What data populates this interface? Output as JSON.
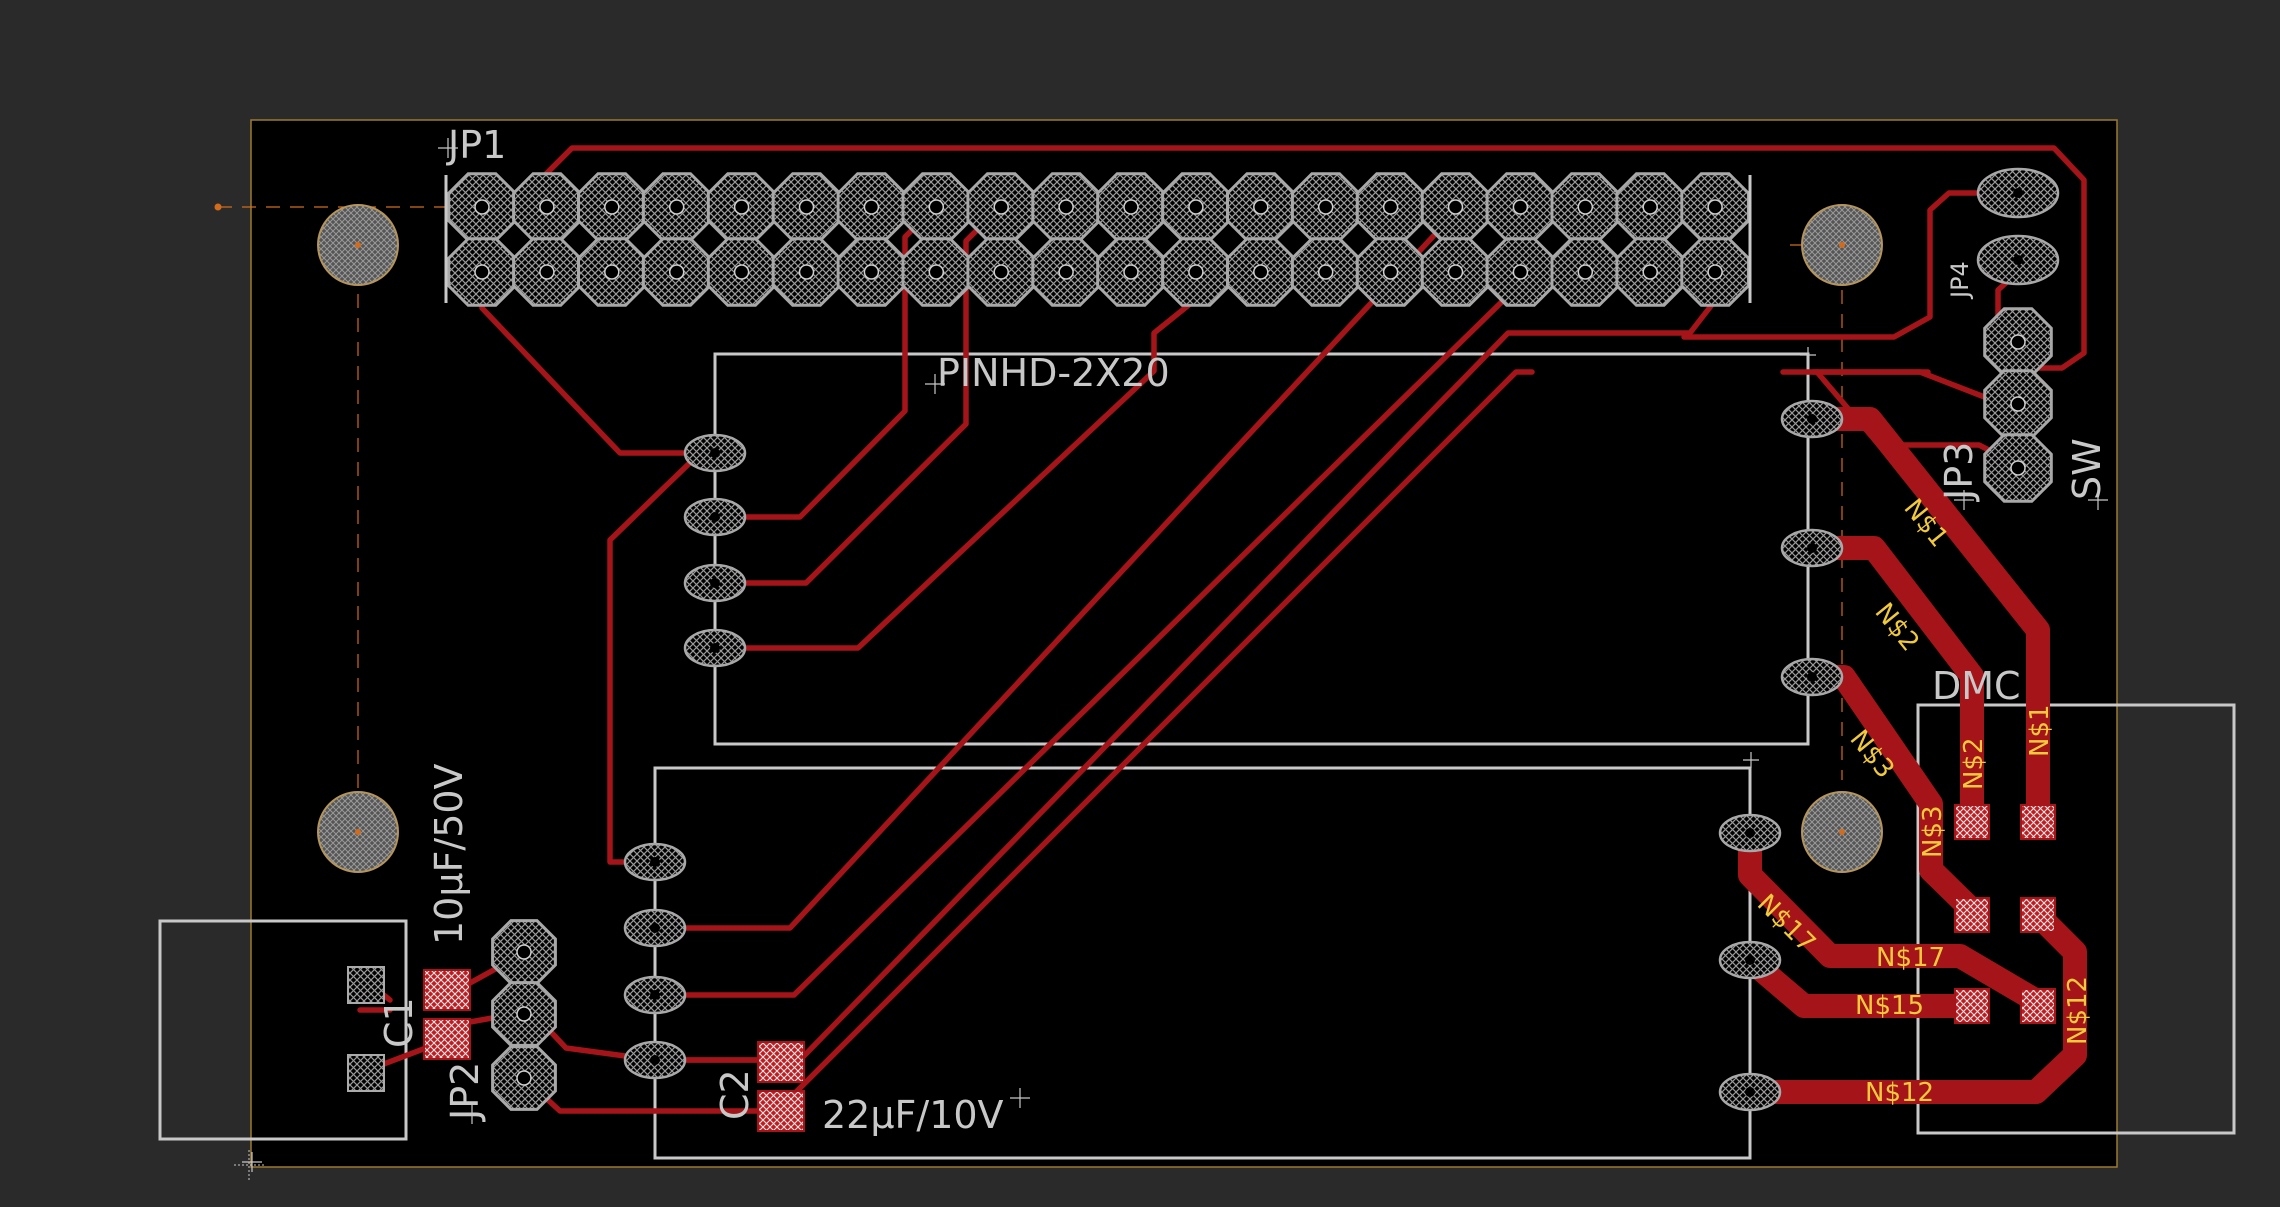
{
  "board": {
    "components": {
      "jp1": "JP1",
      "pinhd": "PINHD-2X20",
      "jp4": "JP4",
      "jp3": "JP3",
      "sw": "SW",
      "dmc": "DMC",
      "c1": "C1",
      "c1_value": "10μF/50V",
      "jp2": "JP2",
      "c2": "C2",
      "c2_value": "22μF/10V"
    },
    "nets": {
      "n1a": "N$1",
      "n2a": "N$2",
      "n3a": "N$3",
      "n1b": "N$1",
      "n2b": "N$2",
      "n3b": "N$3",
      "n17a": "N$17",
      "n17b": "N$17",
      "n15": "N$15",
      "n12a": "N$12",
      "n12b": "N$12"
    },
    "colors": {
      "background": "#2a2a2a",
      "board": "#000000",
      "outline": "#9c7a2c",
      "trace": "#a51419",
      "silkscreen": "#c8c8c8",
      "pad": "#a0a0a0",
      "net_label": "#f0c93c",
      "origin_marker": "#d26c1c"
    }
  }
}
